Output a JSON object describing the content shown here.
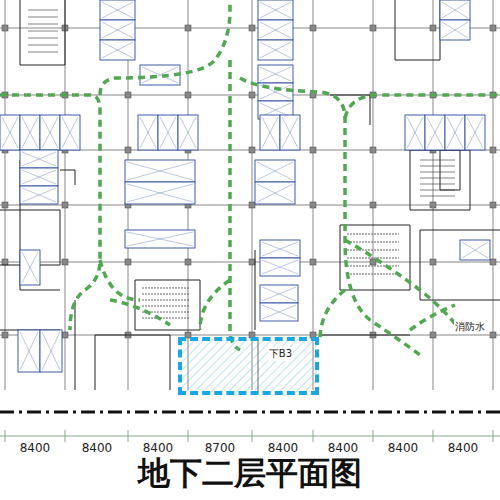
{
  "diagram": {
    "title": "地下二层平面图",
    "nodes": [
      {
        "text": [
          "下B3"
        ]
      }
    ],
    "labels": [
      "8400",
      "8400",
      "8400",
      "8700",
      "8400",
      "8400",
      "8400",
      "8400",
      "消防水"
    ]
  }
}
